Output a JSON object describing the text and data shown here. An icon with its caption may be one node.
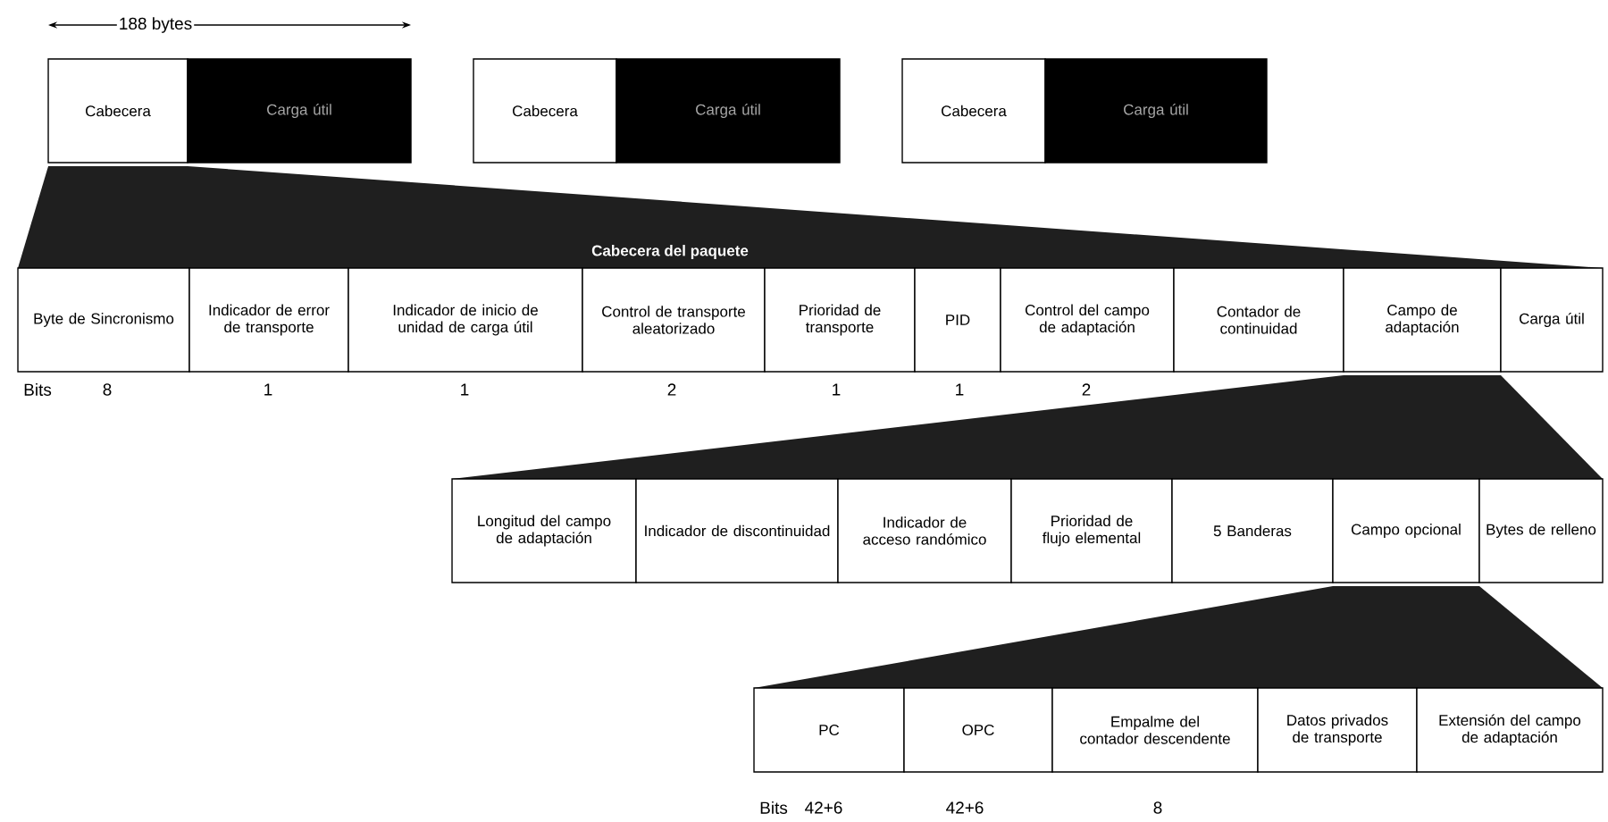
{
  "diagram": {
    "nodes": [
      {
        "text": [
          "Cabecera"
        ]
      },
      {
        "text": [
          "Carga útil"
        ]
      },
      {
        "text": [
          "Cabecera"
        ]
      },
      {
        "text": [
          "Carga útil"
        ]
      },
      {
        "text": [
          "Cabecera"
        ]
      },
      {
        "text": [
          "Carga útil"
        ]
      },
      {
        "text": [
          "Cabecera del paquete"
        ]
      },
      {
        "text": [
          "Byte de Sincronismo"
        ]
      },
      {
        "text": [
          "Indicador de error de transporte"
        ]
      },
      {
        "text": [
          "Indicador de inicio de unidad de carga útil"
        ]
      },
      {
        "text": [
          "Control de transporte aleatorizado"
        ]
      },
      {
        "text": [
          "Prioridad de transporte"
        ]
      },
      {
        "text": [
          "PID"
        ]
      },
      {
        "text": [
          "Control del campo de adaptación"
        ]
      },
      {
        "text": [
          "Contador de continuidad"
        ]
      },
      {
        "text": [
          "Campo de adaptación"
        ]
      },
      {
        "text": [
          "Carga útil"
        ]
      },
      {
        "text": [],
        "shape": "band"
      },
      {
        "text": [
          "Longitud del campo de adaptación"
        ]
      },
      {
        "text": [
          "Indicador de discontinuidad"
        ]
      },
      {
        "text": [
          "Indicador de acceso randómico"
        ]
      },
      {
        "text": [
          "Prioridad de flujo elemental"
        ]
      },
      {
        "text": [
          "5 Banderas"
        ]
      },
      {
        "text": [
          "Campo opcional"
        ]
      },
      {
        "text": [
          "Bytes de relleno"
        ]
      },
      {
        "text": [],
        "shape": "band"
      },
      {
        "text": [
          "PC"
        ]
      },
      {
        "text": [
          "OPC"
        ]
      },
      {
        "text": [
          "Empalme del contador descendente"
        ]
      },
      {
        "text": [
          "Datos privados de transporte"
        ]
      },
      {
        "text": [
          "Extensión del campo de adaptación"
        ]
      }
    ],
    "labels": [
      "188 bytes",
      "Bits",
      "8",
      "1",
      "1",
      "2",
      "1",
      "1",
      "2",
      "Bits",
      "42+6",
      "42+6",
      "8"
    ]
  }
}
